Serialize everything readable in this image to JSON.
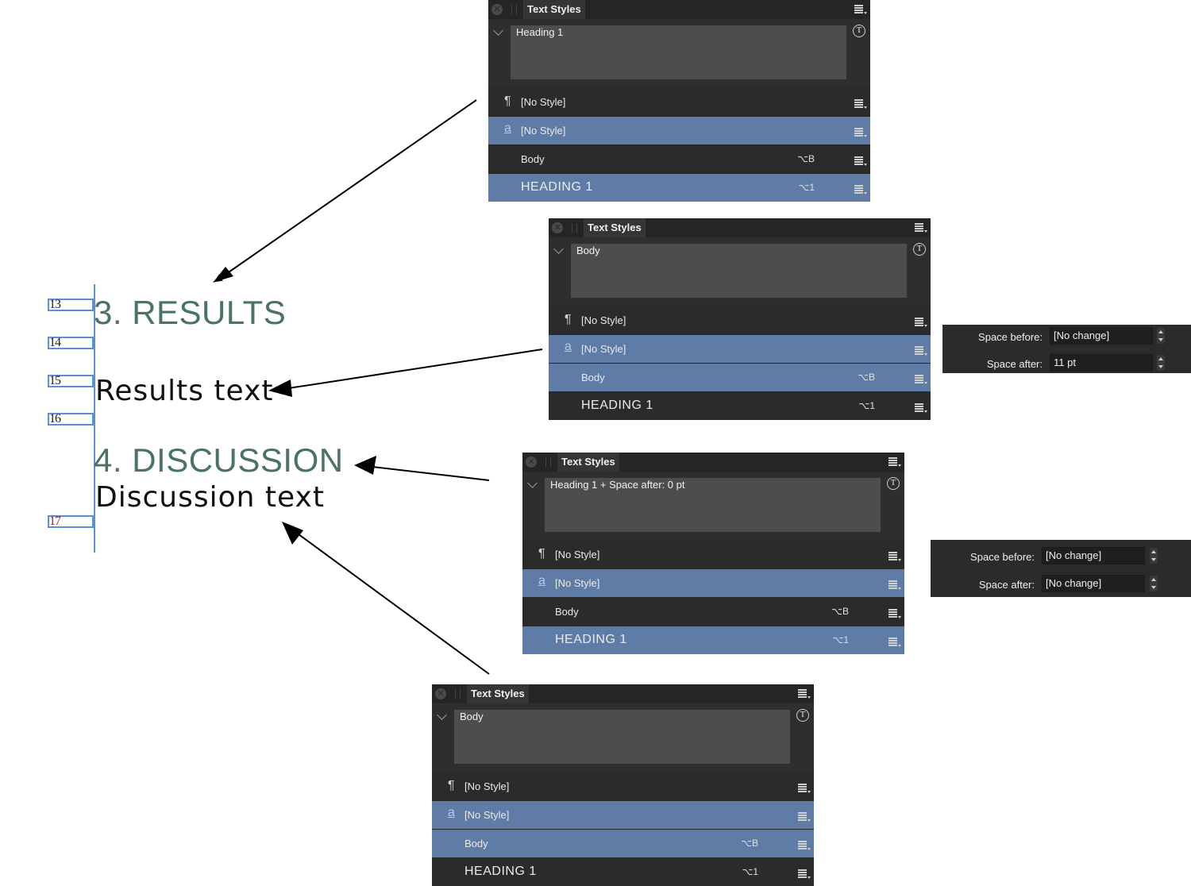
{
  "document": {
    "line_numbers": [
      "13",
      "14",
      "15",
      "16",
      "17"
    ],
    "heading_results": "3. RESULTS",
    "body_results": "Results text",
    "heading_discussion": "4. DISCUSSION",
    "body_discussion": "Discussion text"
  },
  "panels": [
    {
      "tab": "Text Styles",
      "current_style": "Heading 1",
      "rows": [
        {
          "icon": "¶",
          "label": "[No Style]",
          "shortcut": "",
          "selected": false
        },
        {
          "icon": "a",
          "label": "[No Style]",
          "shortcut": "",
          "selected": true
        },
        {
          "icon": "",
          "label": "Body",
          "shortcut": "⌥B",
          "selected": false
        },
        {
          "icon": "",
          "label": "HEADING 1",
          "shortcut": "⌥1",
          "selected": true
        }
      ]
    },
    {
      "tab": "Text Styles",
      "current_style": "Body",
      "rows": [
        {
          "icon": "¶",
          "label": "[No Style]",
          "shortcut": "",
          "selected": false
        },
        {
          "icon": "a",
          "label": "[No Style]",
          "shortcut": "",
          "selected": true
        },
        {
          "icon": "",
          "label": "Body",
          "shortcut": "⌥B",
          "selected": true
        },
        {
          "icon": "",
          "label": "HEADING 1",
          "shortcut": "⌥1",
          "selected": false
        }
      ]
    },
    {
      "tab": "Text Styles",
      "current_style": "Heading 1 + Space after: 0 pt",
      "rows": [
        {
          "icon": "¶",
          "label": "[No Style]",
          "shortcut": "",
          "selected": false
        },
        {
          "icon": "a",
          "label": "[No Style]",
          "shortcut": "",
          "selected": true
        },
        {
          "icon": "",
          "label": "Body",
          "shortcut": "⌥B",
          "selected": false
        },
        {
          "icon": "",
          "label": "HEADING 1",
          "shortcut": "⌥1",
          "selected": true
        }
      ]
    },
    {
      "tab": "Text Styles",
      "current_style": "Body",
      "rows": [
        {
          "icon": "¶",
          "label": "[No Style]",
          "shortcut": "",
          "selected": false
        },
        {
          "icon": "a",
          "label": "[No Style]",
          "shortcut": "",
          "selected": true
        },
        {
          "icon": "",
          "label": "Body",
          "shortcut": "⌥B",
          "selected": true
        },
        {
          "icon": "",
          "label": "HEADING 1",
          "shortcut": "⌥1",
          "selected": false
        }
      ]
    }
  ],
  "spacing_panels": [
    {
      "space_before_label": "Space before:",
      "space_before": "[No change]",
      "space_after_label": "Space after:",
      "space_after": "11 pt"
    },
    {
      "space_before_label": "Space before:",
      "space_before": "[No change]",
      "space_after_label": "Space after:",
      "space_after": "[No change]"
    }
  ],
  "colors": {
    "heading": "#4a7268",
    "guide": "#5b8fd6",
    "selected_row": "#5e7ca6",
    "panel_bg": "#2e2e2e"
  },
  "icons": [
    "close-icon",
    "panel-menu-icon",
    "chevron-down-icon",
    "text-style-icon",
    "paragraph-icon",
    "character-style-icon",
    "stepper-icon",
    "arrow-icon"
  ]
}
